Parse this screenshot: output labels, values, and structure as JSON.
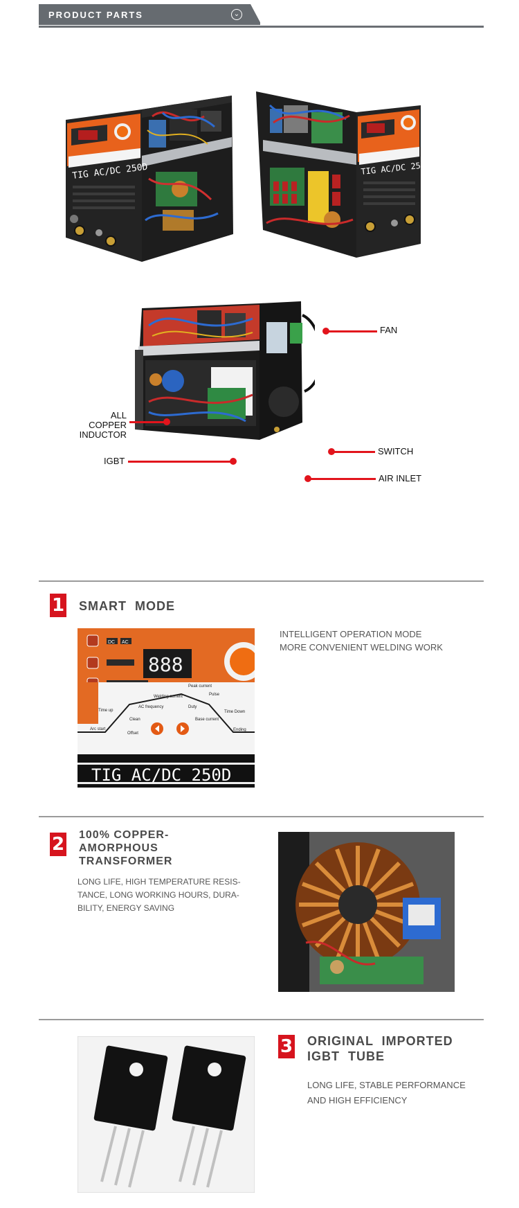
{
  "header": {
    "title": "PRODUCT PARTS",
    "icon": "chevron-down-circle-icon"
  },
  "callouts": {
    "fan": "FAN",
    "inductor_line1": "ALL COPPER",
    "inductor_line2": "INDUCTOR",
    "switch": "SWITCH",
    "igbt": "IGBT",
    "air_inlet": "AIR INLET"
  },
  "machine": {
    "model_label": "TIG AC/DC 250D"
  },
  "features": [
    {
      "number": "1",
      "title": "SMART  MODE",
      "text_line1": "INTELLIGENT OPERATION MODE",
      "text_line2": "MORE CONVENIENT WELDING WORK",
      "panel": {
        "display": "888",
        "model": "TIG AC/DC 250D",
        "labels": {
          "dc": "DC",
          "ac": "AC",
          "peak": "Peak current",
          "pulse": "Pulse",
          "welding": "Welding current",
          "ac_freq": "AC frequency",
          "duty": "Duty",
          "time_up": "Time up",
          "time_down": "Time Down",
          "clean": "Clean",
          "base": "Base current",
          "arc_start": "Arc start",
          "offset": "Offset",
          "ending": "Ending"
        }
      }
    },
    {
      "number": "2",
      "title_line1": "100% COPPER-",
      "title_line2": "AMORPHOUS",
      "title_line3": "TRANSFORMER",
      "text_line1": "LONG LIFE, HIGH TEMPERATURE RESIS-",
      "text_line2": "TANCE, LONG WORKING HOURS, DURA-",
      "text_line3": "BILITY, ENERGY SAVING"
    },
    {
      "number": "3",
      "title_line1": "ORIGINAL  IMPORTED",
      "title_line2": "IGBT  TUBE",
      "text_line1": "LONG LIFE, STABLE PERFORMANCE",
      "text_line2": "AND HIGH EFFICIENCY"
    }
  ],
  "colors": {
    "accent_red": "#d6141e",
    "banner_gray": "#666b70",
    "machine_orange": "#e8621c"
  }
}
